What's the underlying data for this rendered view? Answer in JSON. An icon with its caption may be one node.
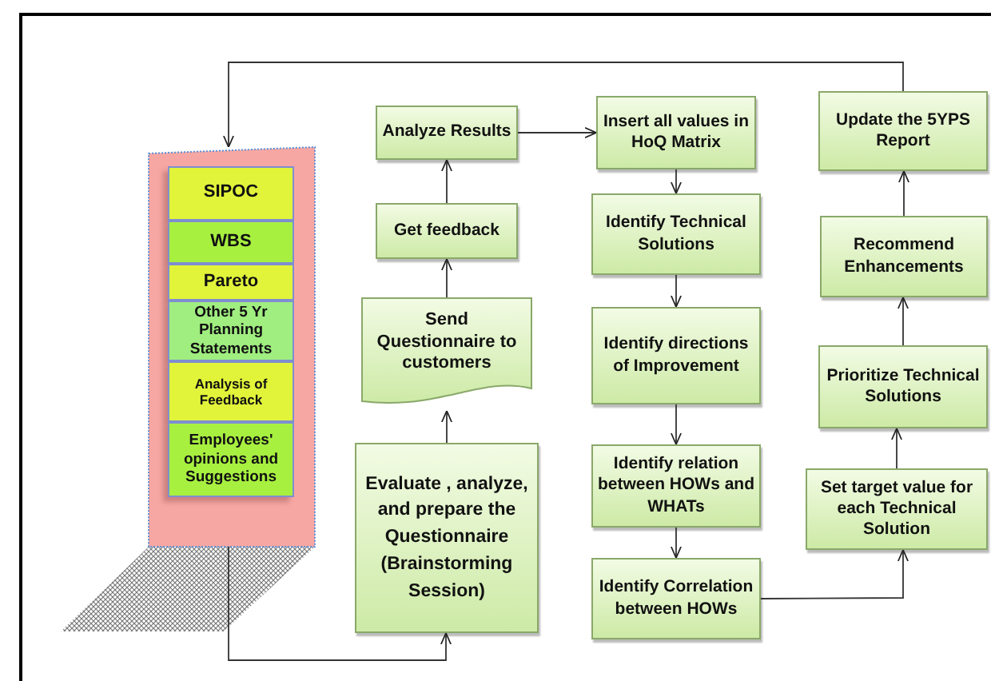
{
  "diagram": {
    "nodes": [
      {
        "text": [],
        "shape": "box"
      },
      {
        "text": [
          "SIPOC"
        ],
        "in": 0
      },
      {
        "text": [
          "WBS"
        ],
        "in": 0
      },
      {
        "text": [
          "Pareto"
        ],
        "in": 0
      },
      {
        "text": [
          "Other 5 Yr Planning Statements"
        ],
        "in": 0
      },
      {
        "text": [
          "Analysis of Feedback"
        ],
        "in": 0
      },
      {
        "text": [
          "Employees' opinions and Suggestions"
        ],
        "in": 0
      },
      {
        "text": [
          "Analyze Results"
        ]
      },
      {
        "text": [
          "Get feedback"
        ]
      },
      {
        "text": [
          "Send Questionnaire to customers"
        ]
      },
      {
        "text": [
          "Evaluate , analyze, and prepare the Questionnaire (Brainstorming Session)"
        ]
      },
      {
        "text": [
          "Insert all values in HoQ Matrix"
        ]
      },
      {
        "text": [
          "Identify Technical Solutions"
        ]
      },
      {
        "text": [
          "Identify directions of Improvement"
        ]
      },
      {
        "text": [
          "Identify relation between HOWs and WHATs"
        ]
      },
      {
        "text": [
          "Identify Correlation between HOWs"
        ]
      },
      {
        "text": [
          "Update the 5YPS Report"
        ]
      },
      {
        "text": [
          "Recommend Enhancements"
        ]
      },
      {
        "text": [
          "Prioritize Technical Solutions"
        ]
      },
      {
        "text": [
          "Set target value for each Technical Solution"
        ]
      }
    ],
    "edges": [
      {
        "from": 16,
        "to": 0,
        "arrow": "to"
      },
      {
        "from": 0,
        "to": 10,
        "arrow": "to"
      },
      {
        "from": 10,
        "to": 9,
        "arrow": "to"
      },
      {
        "from": 9,
        "to": 8,
        "arrow": "to"
      },
      {
        "from": 8,
        "to": 7,
        "arrow": "to"
      },
      {
        "from": 7,
        "to": 11,
        "arrow": "to"
      },
      {
        "from": 11,
        "to": 12,
        "arrow": "to"
      },
      {
        "from": 12,
        "to": 13,
        "arrow": "to"
      },
      {
        "from": 13,
        "to": 14,
        "arrow": "to"
      },
      {
        "from": 14,
        "to": 15,
        "arrow": "to"
      },
      {
        "from": 15,
        "to": 19,
        "arrow": "to"
      },
      {
        "from": 19,
        "to": 18,
        "arrow": "to"
      },
      {
        "from": 18,
        "to": 17,
        "arrow": "to"
      },
      {
        "from": 17,
        "to": 16,
        "arrow": "to"
      }
    ]
  }
}
